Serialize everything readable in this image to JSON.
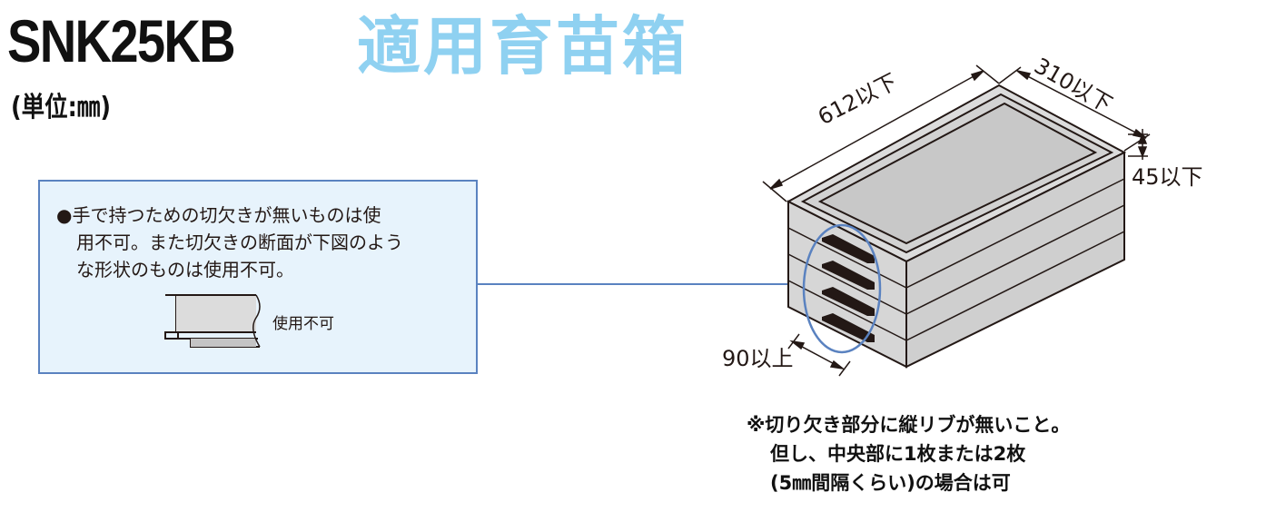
{
  "header": {
    "model": "SNK25KB",
    "title": "適用育苗箱",
    "unit_note": "(単位:㎜)"
  },
  "note_box": {
    "lines": [
      "●手で持つための切欠きが無いものは使",
      "用不可。また切欠きの断面が下図のよう",
      "な形状のものは使用不可。"
    ],
    "profile_label": "使用不可"
  },
  "dimensions": {
    "length": "612以下",
    "width": "310以下",
    "height": "45以下",
    "slot": "90以上"
  },
  "conditions": {
    "lines": [
      "※切り欠き部分に縦リブが無いこと。",
      "但し、中央部に1枚または2枚",
      "(5㎜間隔くらい)の場合は可"
    ]
  },
  "colors": {
    "title": "#8fd1f1",
    "box_fill": "#e7f3fc",
    "box_border": "#5a82c0",
    "highlight_ellipse": "#5a82c0",
    "tray_light": "#dcdcdc",
    "tray_mid": "#c4c4c4"
  }
}
